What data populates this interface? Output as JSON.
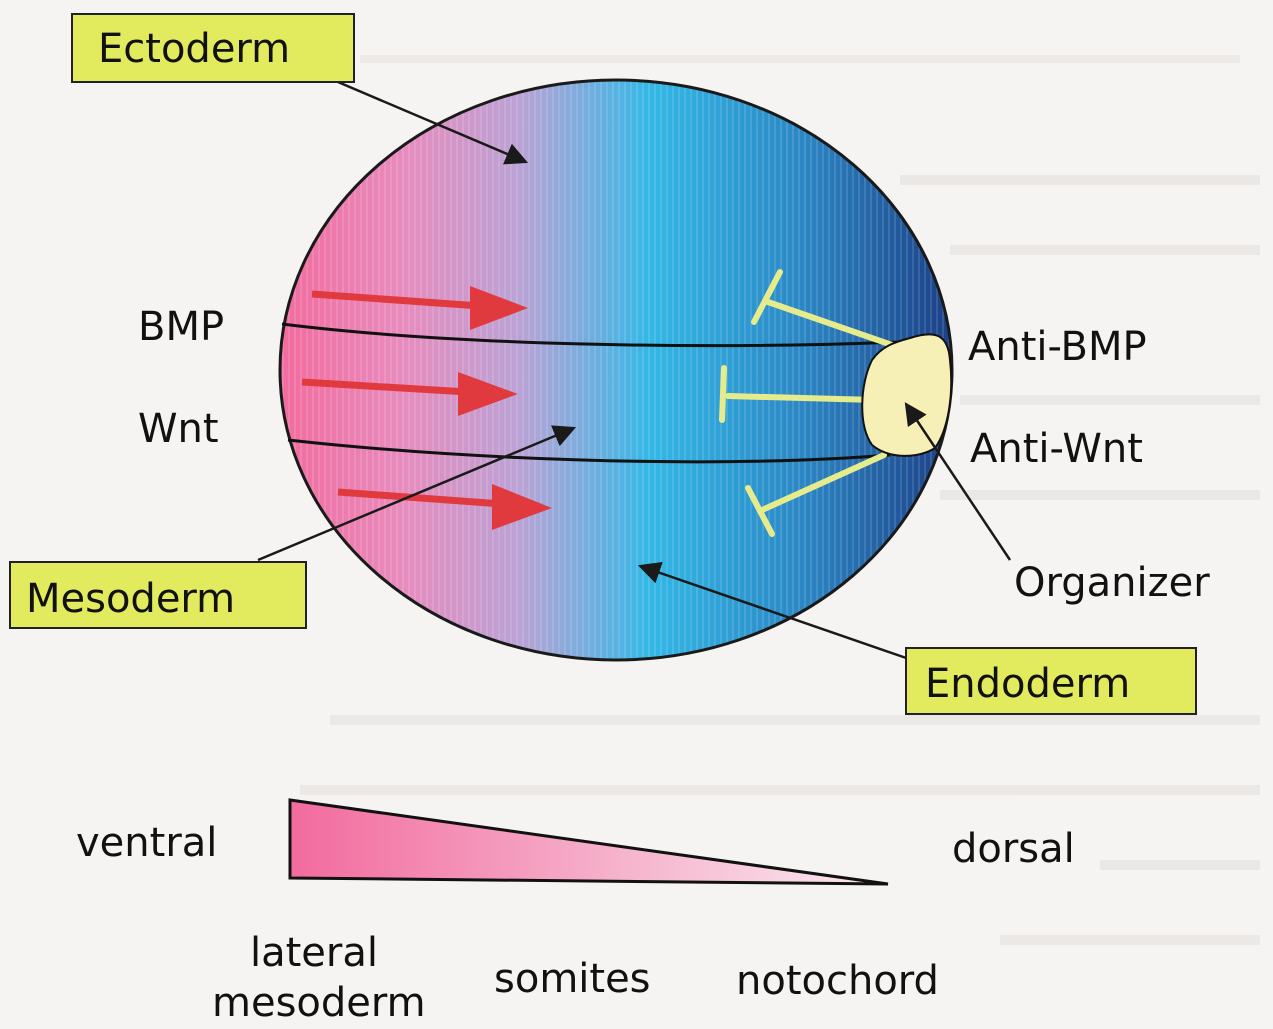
{
  "colors": {
    "ventral_pink": "#f26b9e",
    "mid_lilac": "#b9a3d6",
    "cyan": "#33b8e6",
    "dorsal_navy": "#1b3f86",
    "signal_arrow_red": "#e03a3f",
    "inhibitor_yellow": "#e6ec8c",
    "label_box_fill": "#e2ea5e",
    "organizer_fill": "#f6efb6"
  },
  "labels": {
    "ectoderm": "Ectoderm",
    "mesoderm": "Mesoderm",
    "endoderm": "Endoderm",
    "bmp": "BMP",
    "wnt": "Wnt",
    "anti_bmp": "Anti-BMP",
    "anti_wnt": "Anti-Wnt",
    "organizer": "Organizer",
    "ventral": "ventral",
    "dorsal": "dorsal",
    "lateral_line1": "lateral",
    "lateral_line2": "mesoderm",
    "somites": "somites",
    "notochord": "notochord"
  }
}
